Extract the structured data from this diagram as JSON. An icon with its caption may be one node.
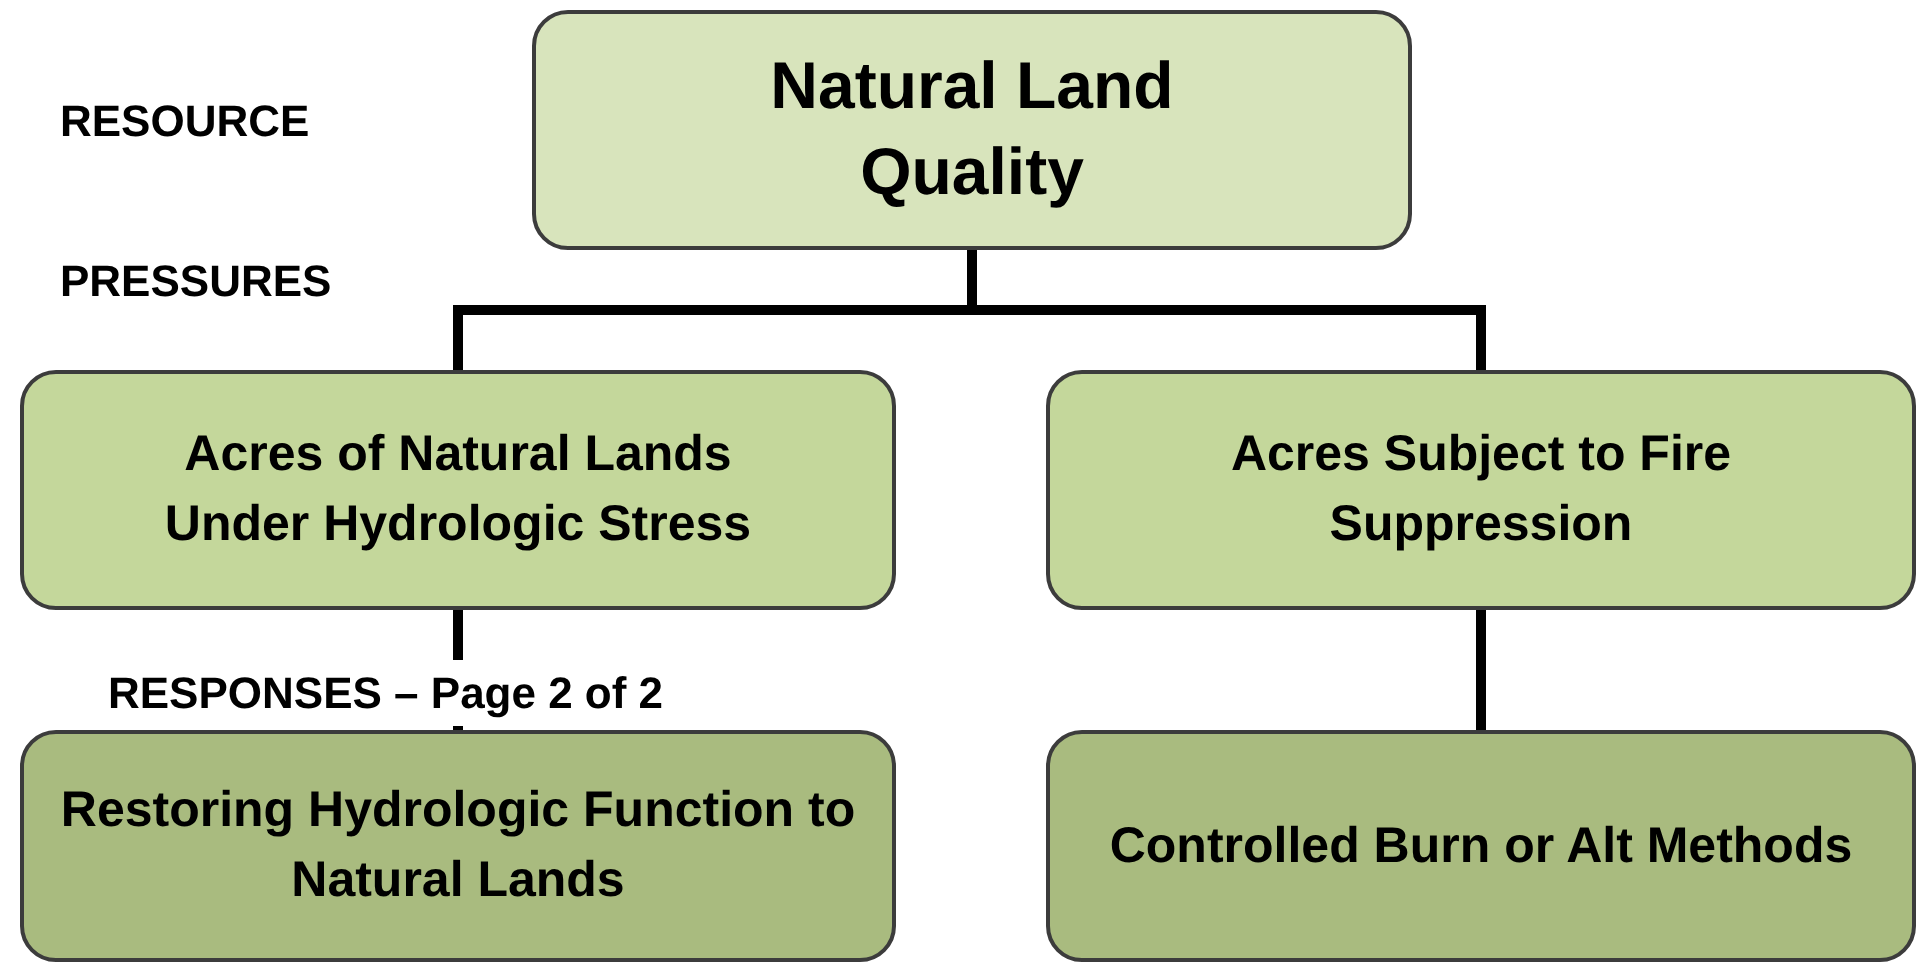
{
  "diagram": {
    "nodes": [
      {
        "text": [
          "Natural Land Quality"
        ]
      },
      {
        "text": [
          "Acres of Natural Lands Under Hydrologic Stress"
        ]
      },
      {
        "text": [
          "Acres Subject to Fire Suppression"
        ]
      },
      {
        "text": [
          "Restoring Hydrologic Function to Natural Lands"
        ]
      },
      {
        "text": [
          "Controlled Burn or Alt Methods"
        ]
      }
    ],
    "edges": [
      {
        "from": 0,
        "to": 1,
        "arrow": "none"
      },
      {
        "from": 0,
        "to": 2,
        "arrow": "none"
      },
      {
        "from": 1,
        "to": 3,
        "arrow": "none"
      },
      {
        "from": 2,
        "to": 4,
        "arrow": "none"
      }
    ],
    "labels": [
      "RESOURCE",
      "PRESSURES",
      "RESPONSES – Page 2 of 2"
    ]
  }
}
